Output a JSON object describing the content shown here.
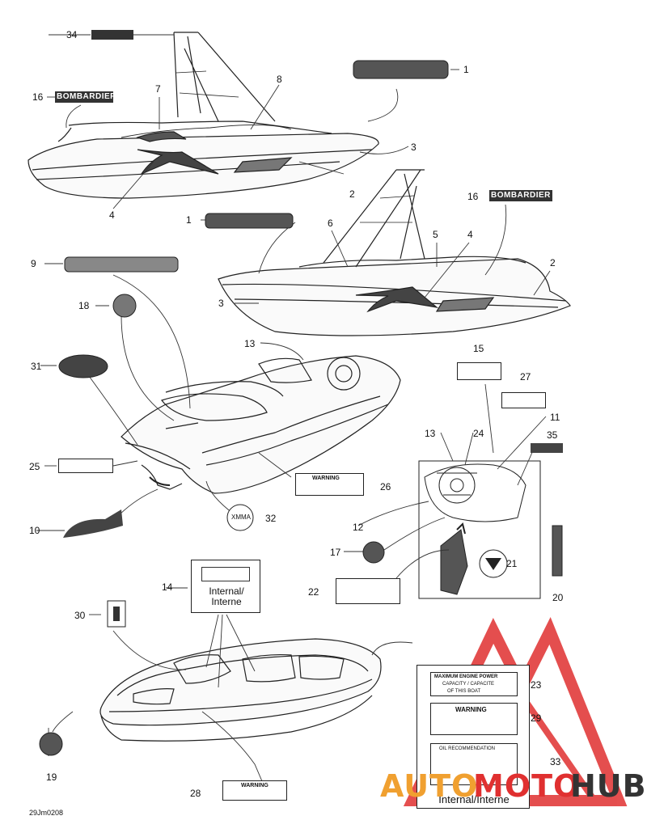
{
  "diagram": {
    "figure_code": "29Jm0208",
    "callouts": [
      "34",
      "1",
      "16",
      "7",
      "8",
      "3",
      "2",
      "4",
      "16",
      "1",
      "6",
      "5",
      "4",
      "2",
      "9",
      "18",
      "3",
      "13",
      "15",
      "31",
      "27",
      "13",
      "24",
      "11",
      "35",
      "25",
      "26",
      "10",
      "32",
      "12",
      "17",
      "21",
      "14",
      "22",
      "20",
      "30",
      "23",
      "29",
      "33",
      "19",
      "28"
    ],
    "brand_lettering": "BOMBARDIER",
    "internal_label_1": "Internal/\nInterne",
    "internal_label_2": "Internal/Interne",
    "warning_word": "WARNING",
    "label_23_lines": [
      "MAXIMUM ENGINE POWER",
      "CAPACITY / CAPACITE",
      "OF THIS BOAT"
    ],
    "label_33_lines": [
      "OIL RECOMMENDATION"
    ],
    "badge_32": "XMMA"
  },
  "watermark": {
    "text_auto": "AUTO",
    "text_moto": "MOTO",
    "text_hub": "HUB",
    "color_red": "#e03030",
    "color_orange": "#f0a030",
    "color_dark": "#333333"
  }
}
